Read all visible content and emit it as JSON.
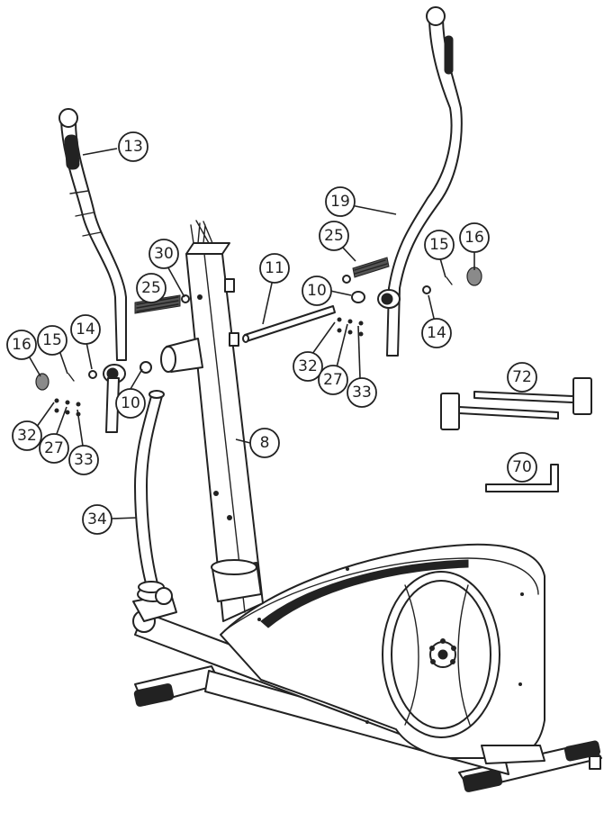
{
  "callouts": [
    {
      "id": "c13a",
      "label": "13"
    },
    {
      "id": "c19a",
      "label": "19"
    },
    {
      "id": "c25a",
      "label": "25"
    },
    {
      "id": "c25b",
      "label": "25"
    },
    {
      "id": "c30a",
      "label": "30"
    },
    {
      "id": "c11a",
      "label": "11"
    },
    {
      "id": "c10a",
      "label": "10"
    },
    {
      "id": "c10b",
      "label": "10"
    },
    {
      "id": "c15a",
      "label": "15"
    },
    {
      "id": "c15b",
      "label": "15"
    },
    {
      "id": "c16a",
      "label": "16"
    },
    {
      "id": "c16b",
      "label": "16"
    },
    {
      "id": "c14a",
      "label": "14"
    },
    {
      "id": "c14b",
      "label": "14"
    },
    {
      "id": "c32a",
      "label": "32"
    },
    {
      "id": "c32b",
      "label": "32"
    },
    {
      "id": "c27a",
      "label": "27"
    },
    {
      "id": "c27b",
      "label": "27"
    },
    {
      "id": "c33a",
      "label": "33"
    },
    {
      "id": "c33b",
      "label": "33"
    },
    {
      "id": "c8a",
      "label": "8"
    },
    {
      "id": "c34a",
      "label": "34"
    },
    {
      "id": "c72a",
      "label": "72"
    },
    {
      "id": "c70a",
      "label": "70"
    }
  ]
}
